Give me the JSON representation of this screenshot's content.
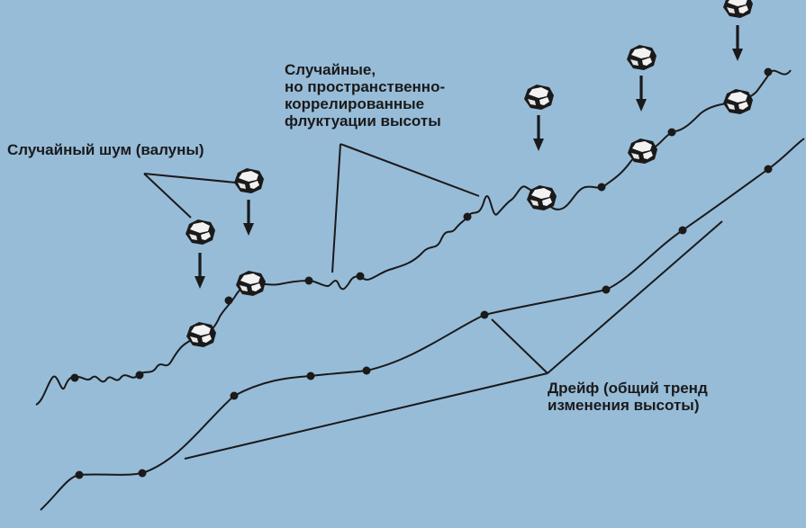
{
  "labels": {
    "random_noise": "Случайный шум (валуны)",
    "correlated": [
      "Случайные,",
      "но пространственно-",
      "коррелированные",
      "флуктуации высоты"
    ],
    "drift": [
      "Дрейф (общий тренд",
      "изменения высоты)"
    ]
  },
  "colors": {
    "background": "#97bcd8",
    "ink": "#1a1a1a",
    "boulder_light": "#f2f2f2"
  },
  "icons": [
    "boulder-icon",
    "arrow-down-icon"
  ]
}
